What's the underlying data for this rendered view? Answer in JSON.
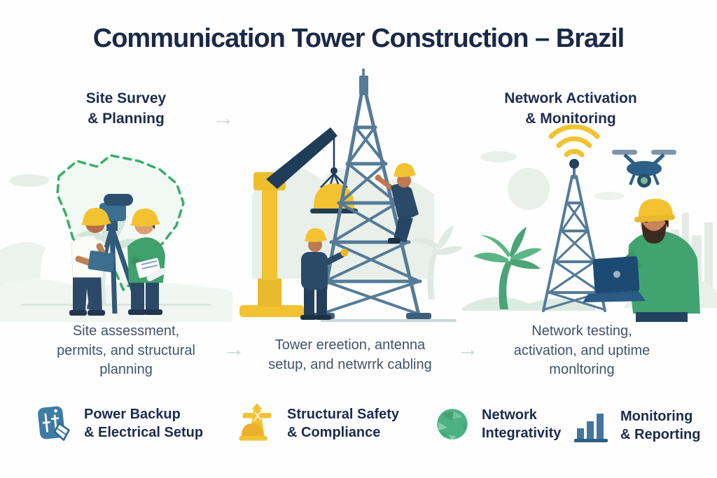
{
  "title": "Communication Tower Construction – Brazil",
  "stages": [
    {
      "heading": "Site Survey\n& Planning",
      "caption": "Site assessment,\npermits, and structural\nplanning"
    },
    {
      "heading": "",
      "caption": "Tower ereetion, antenna\nsetup, and netwrrk cabling"
    },
    {
      "heading": "Network Activation\n& Monitoring",
      "caption": "Network testing,\nactivation, and uptime\nmonltoring"
    }
  ],
  "arrows": {
    "glyph": "→"
  },
  "footer": {
    "items": [
      {
        "icon": "electrical-plan-icon",
        "label": "Power Backup\n& Electrical Setup"
      },
      {
        "icon": "safety-helmet-icon",
        "label": "Structural Safety\n& Compliance"
      },
      {
        "icon": "globe-icon",
        "label": "Network\nIntegrativity"
      },
      {
        "icon": "bar-chart-icon",
        "label": "Monitoring\n& Reporting"
      }
    ]
  },
  "colors": {
    "title_navy": "#1b2947",
    "caption_slate": "#42536b",
    "accent_yellow": "#f2c230",
    "steel_blue": "#557b97",
    "deep_navy": "#1f3c59",
    "shirt_green": "#41a470",
    "map_green": "#3aae67",
    "pale_green": "#e9f0ea",
    "arrow_gray": "#ccd5da",
    "icon_blue": "#3e7ca3",
    "icon_green": "#4cb183"
  }
}
